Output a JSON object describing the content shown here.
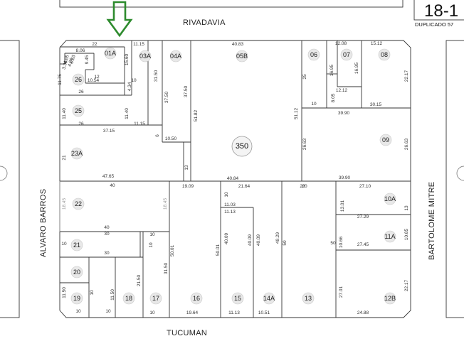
{
  "streets": {
    "north": "RIVADAVIA",
    "south": "TUCUMAN",
    "west": "ALVARO BARROS",
    "east": "BARTOLOME MITRE"
  },
  "block": {
    "number": "350",
    "code": "18-1",
    "duplicate": "DUPLICADO 57"
  },
  "indicator": {
    "color": "#2e8b2e",
    "icon": "down-arrow-icon"
  },
  "parcels": [
    {
      "id": "01A"
    },
    {
      "id": "03A"
    },
    {
      "id": "04A"
    },
    {
      "id": "05B"
    },
    {
      "id": "06"
    },
    {
      "id": "07"
    },
    {
      "id": "08"
    },
    {
      "id": "26"
    },
    {
      "id": "25"
    },
    {
      "id": "23A"
    },
    {
      "id": "09"
    },
    {
      "id": "22"
    },
    {
      "id": "10A"
    },
    {
      "id": "21"
    },
    {
      "id": "11A"
    },
    {
      "id": "20"
    },
    {
      "id": "19"
    },
    {
      "id": "18"
    },
    {
      "id": "17"
    },
    {
      "id": "16"
    },
    {
      "id": "15"
    },
    {
      "id": "14A"
    },
    {
      "id": "13"
    },
    {
      "id": "12B"
    }
  ],
  "measures": [
    {
      "t": "22"
    },
    {
      "t": "11.15"
    },
    {
      "t": "40.83"
    },
    {
      "t": "12.08"
    },
    {
      "t": "15.12"
    },
    {
      "t": "8.06"
    },
    {
      "t": "15.60"
    },
    {
      "t": "31.50"
    },
    {
      "t": "37.50"
    },
    {
      "t": "37.50"
    },
    {
      "t": "25"
    },
    {
      "t": "16.95"
    },
    {
      "t": "16.95"
    },
    {
      "t": "22.17"
    },
    {
      "t": "10.54"
    },
    {
      "t": "12.12"
    },
    {
      "t": "26"
    },
    {
      "t": "10"
    },
    {
      "t": "8.05"
    },
    {
      "t": "30.15"
    },
    {
      "t": "11.40"
    },
    {
      "t": "11.40"
    },
    {
      "t": "51.82"
    },
    {
      "t": "51.12"
    },
    {
      "t": "39.90"
    },
    {
      "t": "26"
    },
    {
      "t": "11.15"
    },
    {
      "t": "37.15"
    },
    {
      "t": "6"
    },
    {
      "t": "10.50"
    },
    {
      "t": "26.63"
    },
    {
      "t": "26.63"
    },
    {
      "t": "21"
    },
    {
      "t": "13"
    },
    {
      "t": "47.65"
    },
    {
      "t": "40.84"
    },
    {
      "t": "39.90"
    },
    {
      "t": "40"
    },
    {
      "t": "19.09"
    },
    {
      "t": "10"
    },
    {
      "t": "21.64"
    },
    {
      "t": "20"
    },
    {
      "t": "27.10"
    },
    {
      "t": "18.45"
    },
    {
      "t": "18.45"
    },
    {
      "t": "11.03"
    },
    {
      "t": "11.13"
    },
    {
      "t": "13.01"
    },
    {
      "t": "13"
    },
    {
      "t": "27.29"
    },
    {
      "t": "40"
    },
    {
      "t": "30"
    },
    {
      "t": "10"
    },
    {
      "t": "40.09"
    },
    {
      "t": "40.09"
    },
    {
      "t": "40.09"
    },
    {
      "t": "49.29"
    },
    {
      "t": "50"
    },
    {
      "t": "50"
    },
    {
      "t": "10.66"
    },
    {
      "t": "10.85"
    },
    {
      "t": "27.45"
    },
    {
      "t": "30"
    },
    {
      "t": "50.01"
    },
    {
      "t": "50.01"
    },
    {
      "t": "10"
    },
    {
      "t": "31.50"
    },
    {
      "t": "21.50"
    },
    {
      "t": "11.50"
    },
    {
      "t": "11.50"
    },
    {
      "t": "27.01"
    },
    {
      "t": "22.17"
    },
    {
      "t": "10"
    },
    {
      "t": "10"
    },
    {
      "t": "19.64"
    },
    {
      "t": "11.13"
    },
    {
      "t": "10.51"
    },
    {
      "t": "24.88"
    },
    {
      "t": "10"
    },
    {
      "t": "20"
    },
    {
      "t": "11.75"
    },
    {
      "t": "10"
    },
    {
      "t": "12"
    },
    {
      "t": "4.85"
    },
    {
      "t": "3.36"
    },
    {
      "t": "4.86"
    },
    {
      "t": "6.53"
    },
    {
      "t": "9.45"
    },
    {
      "t": "10"
    },
    {
      "t": "4.34"
    },
    {
      "t": "10"
    }
  ]
}
